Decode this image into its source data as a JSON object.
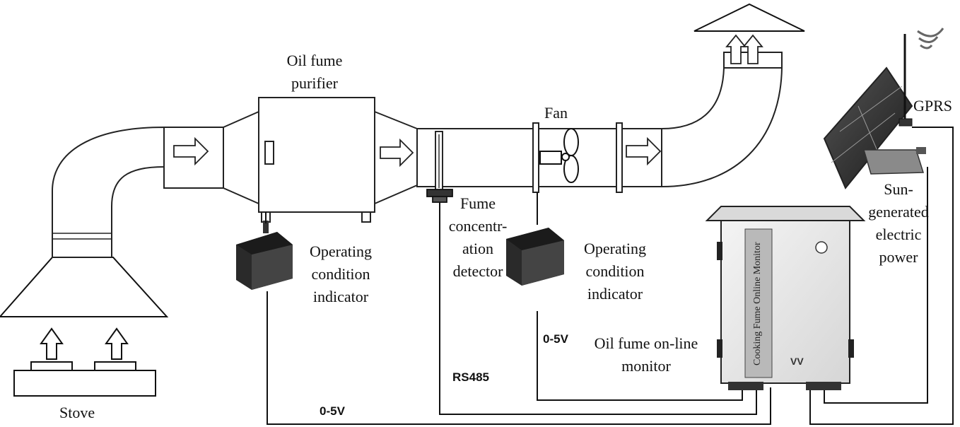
{
  "labels": {
    "purifier": [
      "Oil fume",
      "purifier"
    ],
    "fan": "Fan",
    "gprs": "GPRS",
    "detector": [
      "Fume",
      "concentr-",
      "ation",
      "detector"
    ],
    "indicator1": [
      "Operating",
      "condition",
      "indicator"
    ],
    "indicator2": [
      "Operating",
      "condition",
      "indicator"
    ],
    "solar": [
      "Sun-",
      "generated",
      "electric",
      "power"
    ],
    "monitor": [
      "Oil fume on-line",
      "monitor"
    ],
    "stove": "Stove"
  },
  "signals": {
    "sig_fan": "0-5V",
    "sig_rs485": "RS485",
    "sig_bottom": "0-5V"
  },
  "device_panel_text": "Cooking Fume Online Monitor",
  "colors": {
    "line": "#111111",
    "duct_stroke": "#222222",
    "device_dark": "#2a2a2a",
    "panel_strip": "#b9b9b9"
  }
}
